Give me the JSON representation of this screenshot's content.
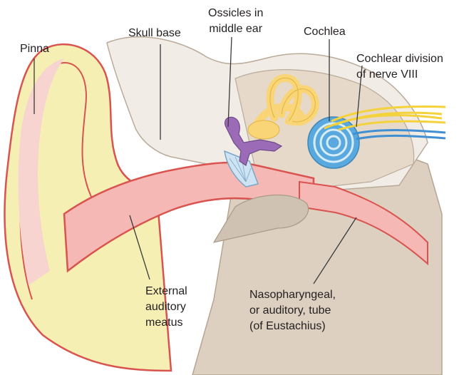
{
  "labels": {
    "pinna": "Pinna",
    "skull_base": "Skull base",
    "ossicles": [
      "Ossicles in",
      "middle ear"
    ],
    "cochlea": "Cochlea",
    "cochlear_division": [
      "Cochlear division",
      "of nerve VIII"
    ],
    "external_meatus": [
      "External",
      "auditory",
      "meatus"
    ],
    "nasopharyngeal": [
      "Nasopharyngeal,",
      "or auditory, tube",
      "(of Eustachius)"
    ]
  },
  "colors": {
    "skin_outline": "#d9534f",
    "skin_fill": "#f7d4d0",
    "cartilage": "#f6efb4",
    "bone": "#f2ece6",
    "bone_dark": "#cfc2b2",
    "tissue": "#ddd0c0",
    "canal": "#f5b8b4",
    "semicircular": "#f9d577",
    "ossicles": "#9b6bb8",
    "cochlea": "#5aa9de",
    "nerve_yellow": "#f4d23c",
    "nerve_blue": "#3f8fd2",
    "eardrum": "#cfe4f2",
    "leader_line": "#3a3a3a"
  }
}
